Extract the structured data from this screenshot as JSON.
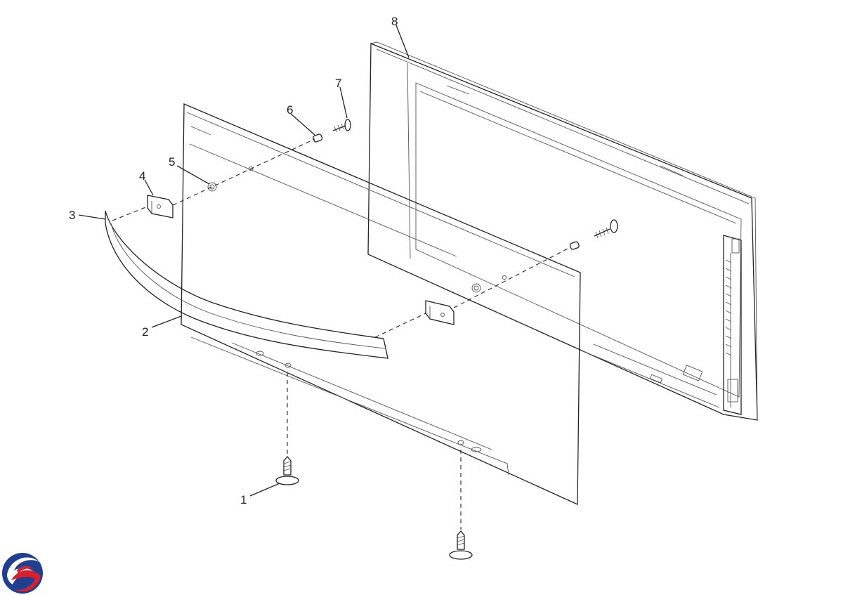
{
  "diagram": {
    "part_labels": [
      "1",
      "2",
      "3",
      "4",
      "5",
      "6",
      "7",
      "8"
    ]
  },
  "logo": {
    "name": "brand-swirl-logo",
    "colors": [
      "#1f3f8f",
      "#d62030"
    ]
  }
}
